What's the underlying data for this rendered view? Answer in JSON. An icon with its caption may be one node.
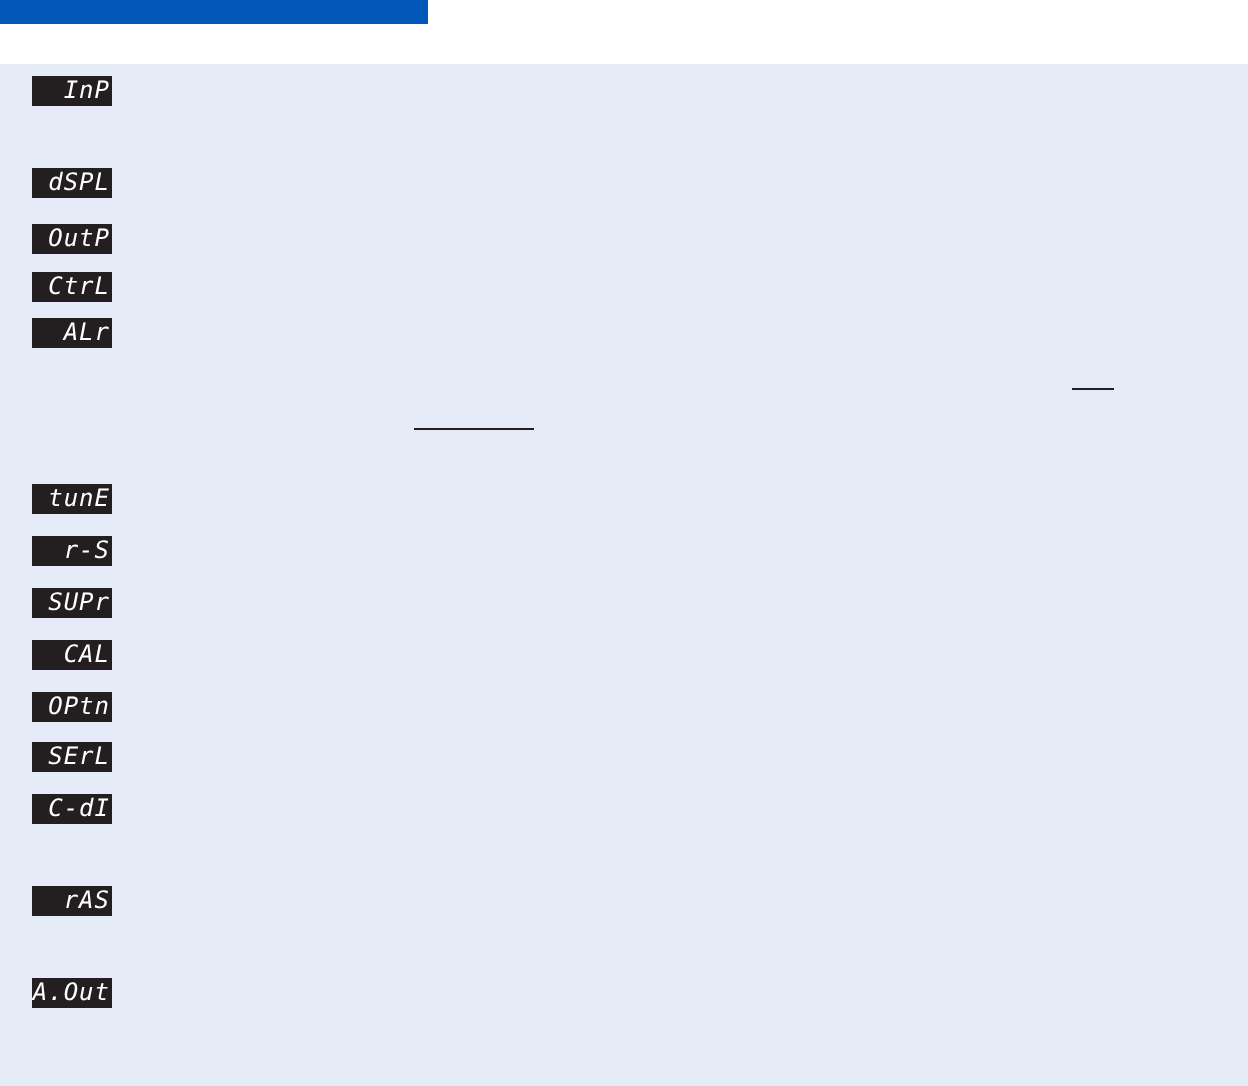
{
  "diagram": {
    "labels": [
      "InP",
      "dSPL",
      "OutP",
      "CtrL",
      "ALr",
      "tunE",
      "r-S",
      "SUPr",
      "CAL",
      "OPtn",
      "SErL",
      "C-dI",
      "rAS",
      "A.Out"
    ]
  }
}
